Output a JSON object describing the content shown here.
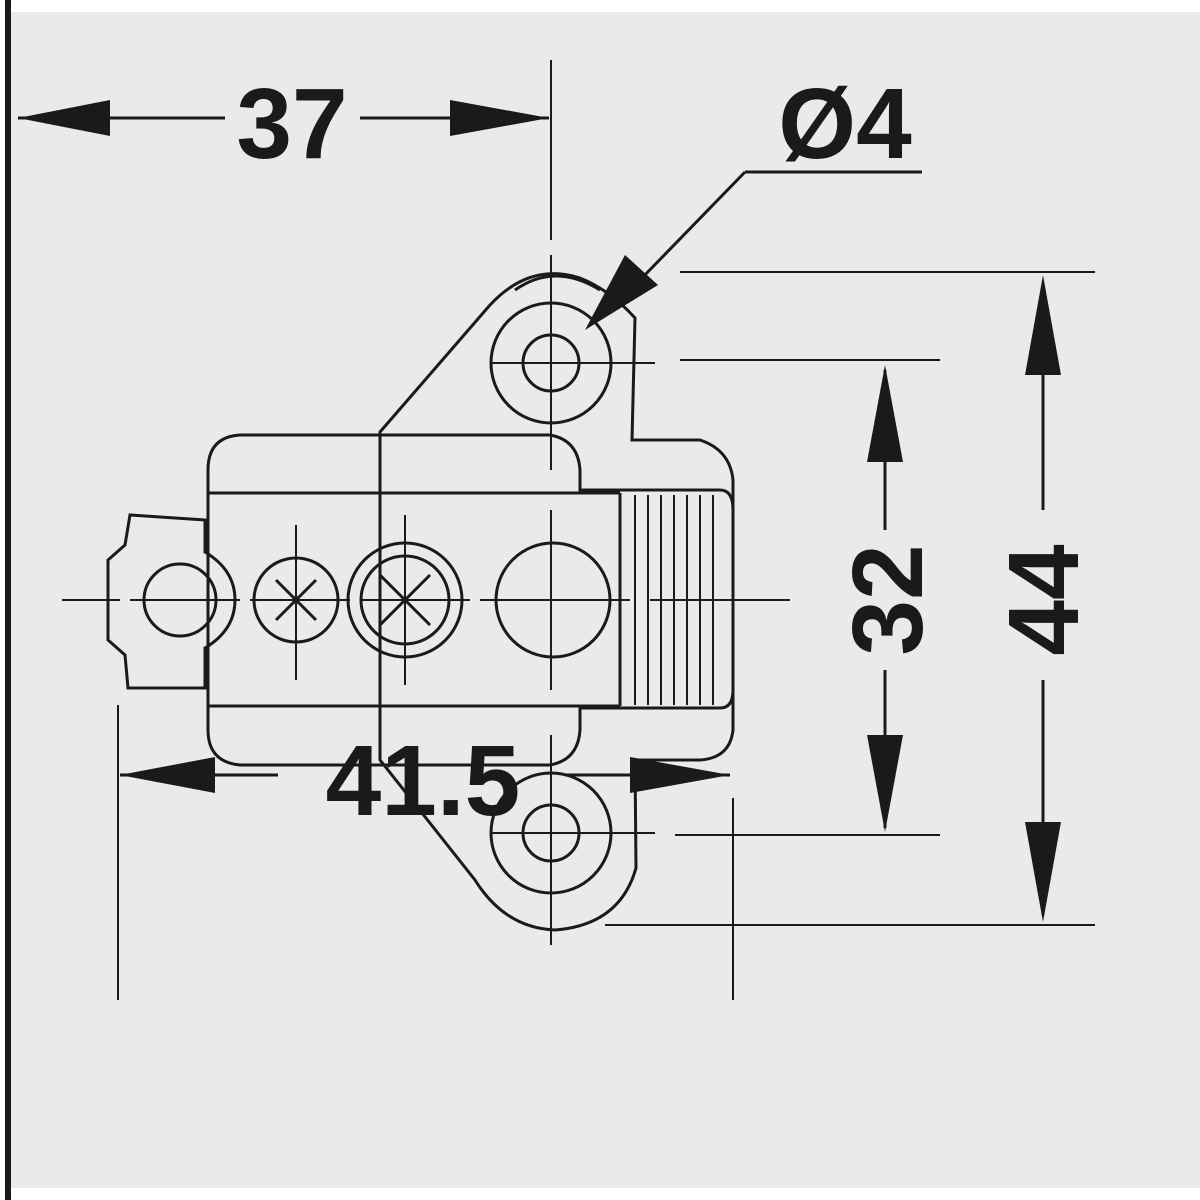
{
  "dimensions": {
    "width_37": "37",
    "hole_diameter": "Ø4",
    "height_44": "44",
    "spacing_32": "32",
    "offset_41_5": "41.5"
  },
  "colors": {
    "background": "#eaeaea",
    "line": "#1a1a1a",
    "part_fill": "#f4f4f4"
  }
}
